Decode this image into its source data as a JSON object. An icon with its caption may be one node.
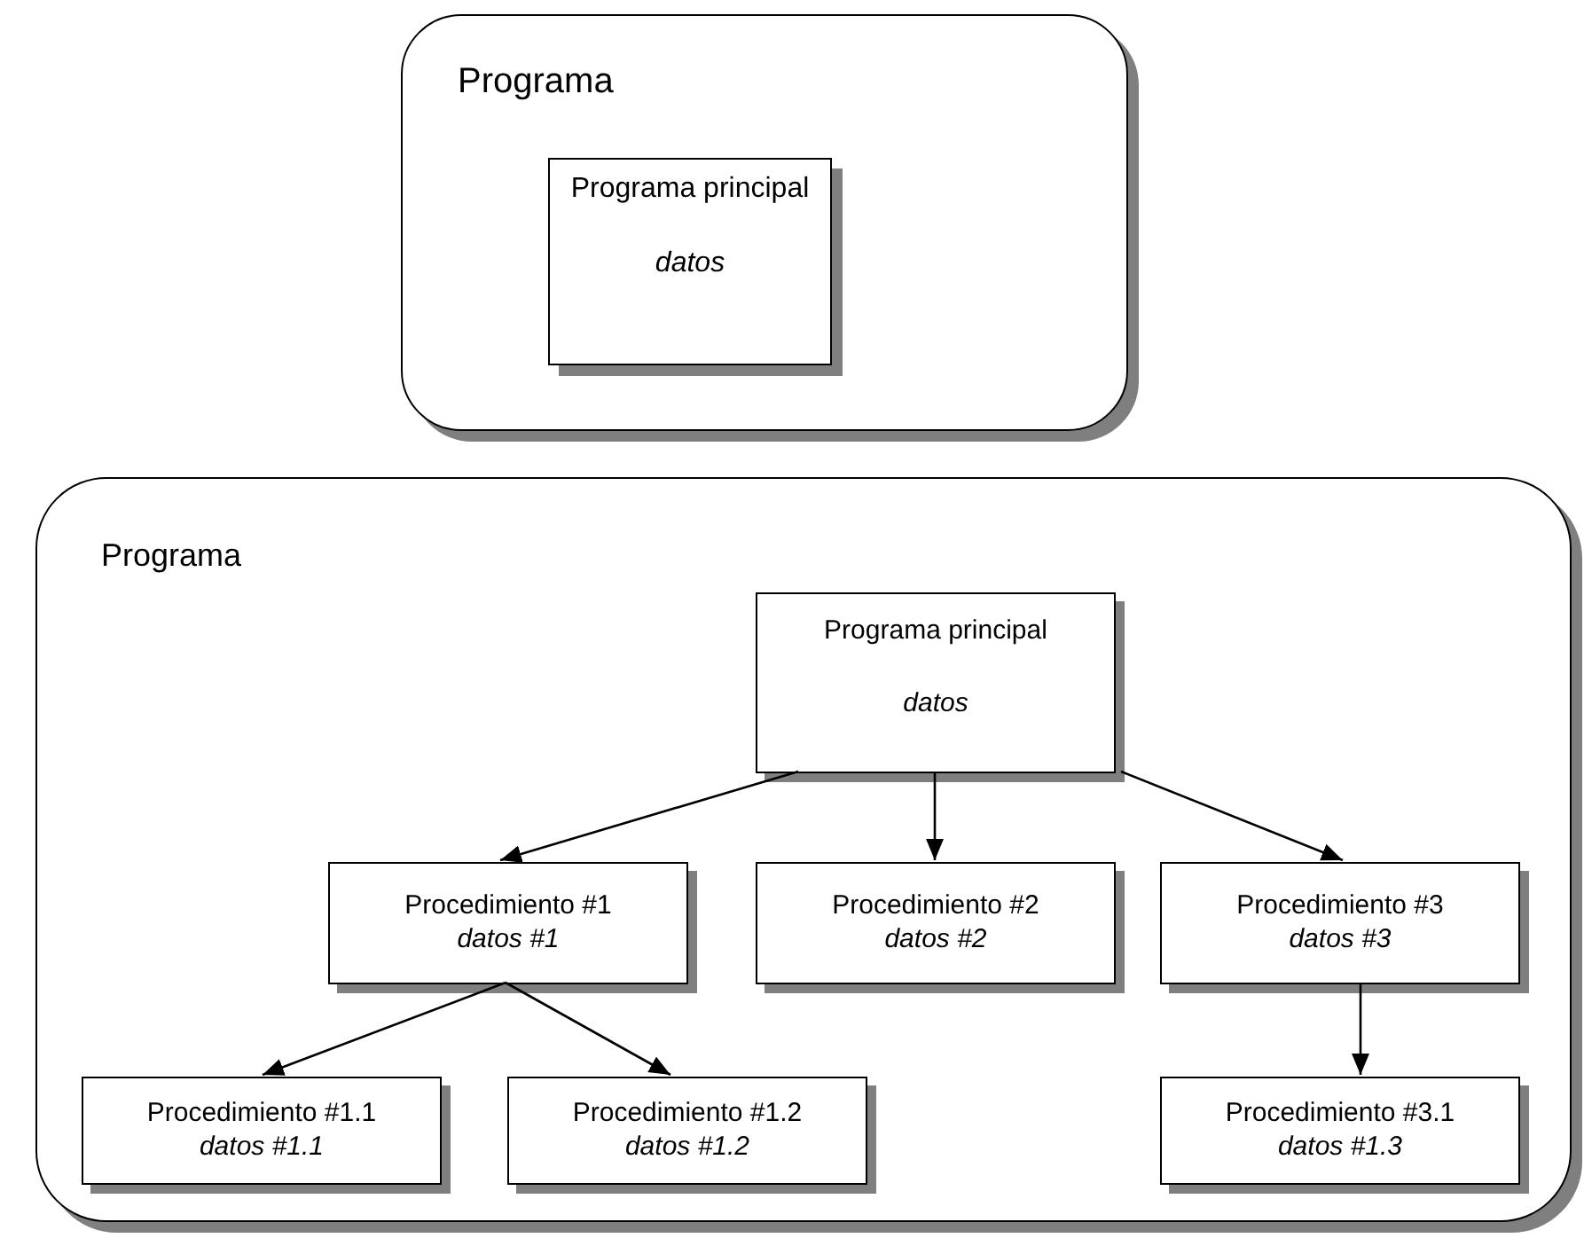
{
  "diagram": {
    "nodes": [
      {
        "text": [
          "Programa"
        ]
      },
      {
        "text": [
          "Programa principal",
          "datos"
        ],
        "in": 0
      },
      {
        "text": [
          "Programa"
        ]
      },
      {
        "text": [
          "Programa principal",
          "datos"
        ],
        "in": 2
      },
      {
        "text": [
          "Procedimiento #1",
          "datos #1"
        ],
        "in": 2
      },
      {
        "text": [
          "Procedimiento #2",
          "datos #2"
        ],
        "in": 2
      },
      {
        "text": [
          "Procedimiento #3",
          "datos #3"
        ],
        "in": 2
      },
      {
        "text": [
          "Procedimiento #1.1",
          "datos #1.1"
        ],
        "in": 2
      },
      {
        "text": [
          "Procedimiento #1.2",
          "datos #1.2"
        ],
        "in": 2
      },
      {
        "text": [
          "Procedimiento #3.1",
          "datos #1.3"
        ],
        "in": 2
      }
    ],
    "edges": [
      {
        "from": 3,
        "to": 4,
        "arrow": "to"
      },
      {
        "from": 3,
        "to": 5,
        "arrow": "to"
      },
      {
        "from": 3,
        "to": 6,
        "arrow": "to"
      },
      {
        "from": 4,
        "to": 7,
        "arrow": "to"
      },
      {
        "from": 4,
        "to": 8,
        "arrow": "to"
      },
      {
        "from": 6,
        "to": 9,
        "arrow": "to"
      }
    ]
  }
}
